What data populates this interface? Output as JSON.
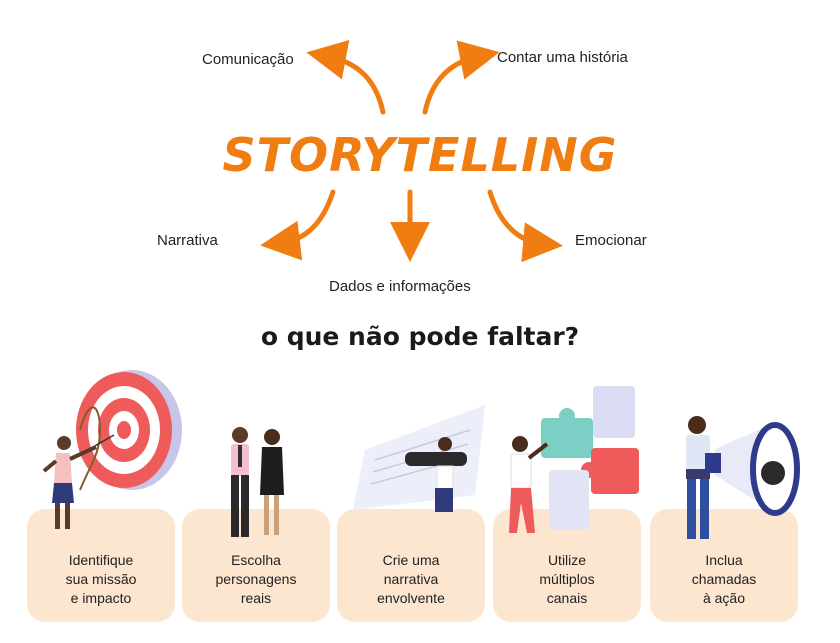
{
  "mindmap": {
    "title": "STORYTELLING",
    "branches": {
      "comunicacao": "Comunicação",
      "contar": "Contar uma história",
      "narrativa": "Narrativa",
      "dados": "Dados e informações",
      "emocionar": "Emocionar"
    },
    "accent_color": "#f07d12"
  },
  "question": "o que não pode faltar?",
  "cards": [
    {
      "text": "Identifique\nsua missão\ne impacto",
      "icon": "archer-target-icon"
    },
    {
      "text": "Escolha\npersonagens\nreais",
      "icon": "people-icon"
    },
    {
      "text": "Crie uma\nnarrativa\nenvolvente",
      "icon": "telescope-icon"
    },
    {
      "text": "Utilize\nmúltiplos\ncanais",
      "icon": "puzzle-icon"
    },
    {
      "text": "Inclua\nchamadas\nà ação",
      "icon": "megaphone-icon"
    }
  ],
  "card_color": "#fde6d0"
}
